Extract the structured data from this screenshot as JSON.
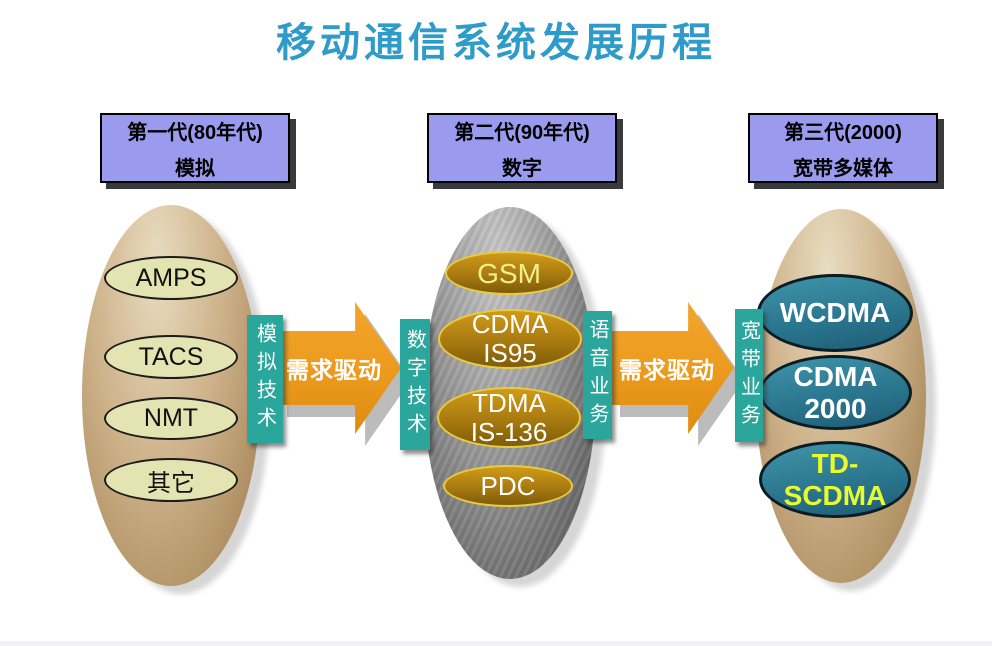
{
  "title": "移动通信系统发展历程",
  "generations": [
    {
      "header_line1": "第一代(80年代)",
      "header_line2": "模拟",
      "items": [
        [
          "AMPS"
        ],
        [
          "TACS"
        ],
        [
          "NMT"
        ],
        [
          "其它"
        ]
      ]
    },
    {
      "header_line1": "第二代(90年代)",
      "header_line2": "数字",
      "items": [
        [
          "GSM"
        ],
        [
          "CDMA",
          "IS95"
        ],
        [
          "TDMA",
          "IS-136"
        ],
        [
          "PDC"
        ]
      ]
    },
    {
      "header_line1": "第三代(2000)",
      "header_line2": "宽带多媒体",
      "items": [
        [
          "WCDMA"
        ],
        [
          "CDMA",
          "2000"
        ],
        [
          "TD-",
          "SCDMA"
        ]
      ]
    }
  ],
  "transitions": [
    {
      "from_bar": "模拟技术",
      "arrow_label": "需求驱动",
      "to_bar": "数字技术"
    },
    {
      "from_bar": "语音业务",
      "arrow_label": "需求驱动",
      "to_bar": "宽带业务"
    }
  ],
  "colors": {
    "title-blue": "#2f9bc8",
    "header-lavender": "#9a9aee",
    "bar-teal": "#2ba69c",
    "arrow-orange": "#eb9a1e",
    "arrow-shadow": "#bcbcbc",
    "ellipse-tan-mid": "#c7ab83",
    "ellipse-gray-mid": "#8f8f8f",
    "item-pale": "#e4e4b2",
    "item-gold-mid": "#a87a10",
    "item-teal-mid": "#2b768f",
    "gsm-yellow": "#f3ef8e",
    "td-scdma-yellow": "#e9fb2d"
  }
}
